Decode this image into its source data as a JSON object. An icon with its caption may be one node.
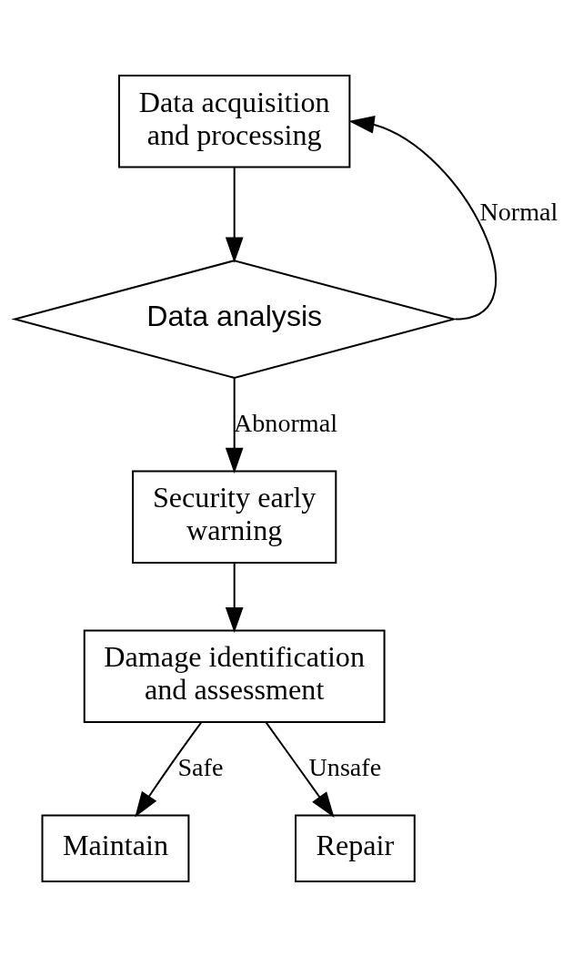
{
  "diagram": {
    "nodes": [
      {
        "text": [
          "Data acquisition and processing"
        ]
      },
      {
        "text": [
          "Data analysis"
        ]
      },
      {
        "text": [
          "Security early warning"
        ]
      },
      {
        "text": [
          "Damage identification and assessment"
        ]
      },
      {
        "text": [
          "Maintain"
        ]
      },
      {
        "text": [
          "Repair"
        ]
      }
    ],
    "edges": [
      {
        "from": 0,
        "to": 1,
        "arrow": "to"
      },
      {
        "from": 1,
        "to": 0,
        "arrow": "to",
        "label": "Normal"
      },
      {
        "from": 1,
        "to": 2,
        "arrow": "to",
        "label": "Abnormal"
      },
      {
        "from": 2,
        "to": 3,
        "arrow": "to"
      },
      {
        "from": 3,
        "to": 4,
        "arrow": "to",
        "label": "Safe"
      },
      {
        "from": 3,
        "to": 5,
        "arrow": "to",
        "label": "Unsafe"
      }
    ]
  }
}
